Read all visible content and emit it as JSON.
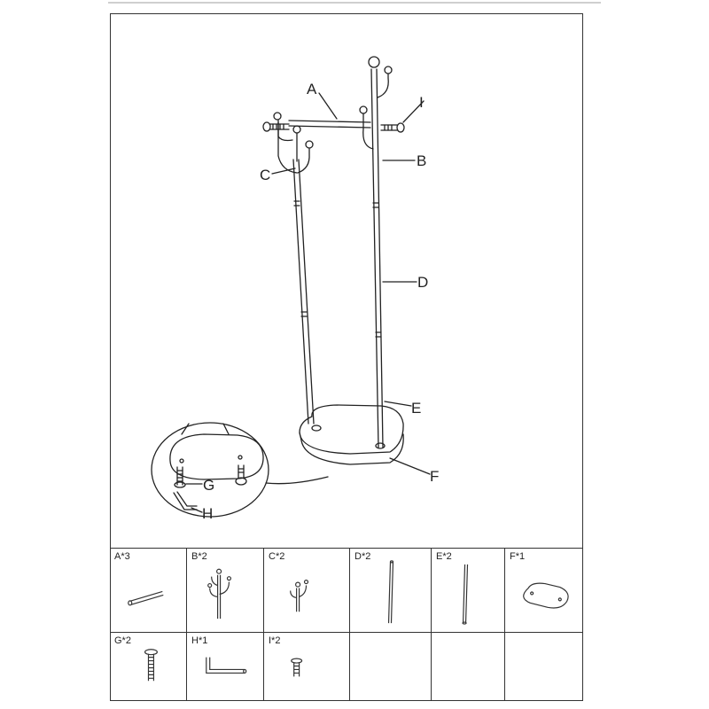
{
  "callouts": {
    "A": "A",
    "B": "B",
    "C": "C",
    "D": "D",
    "E": "E",
    "F": "F",
    "G": "G",
    "H": "H",
    "I": "I"
  },
  "parts": [
    {
      "label": "A*3"
    },
    {
      "label": "B*2"
    },
    {
      "label": "C*2"
    },
    {
      "label": "D*2"
    },
    {
      "label": "E*2"
    },
    {
      "label": "F*1"
    },
    {
      "label": "G*2"
    },
    {
      "label": "H*1"
    },
    {
      "label": "I*2"
    }
  ]
}
